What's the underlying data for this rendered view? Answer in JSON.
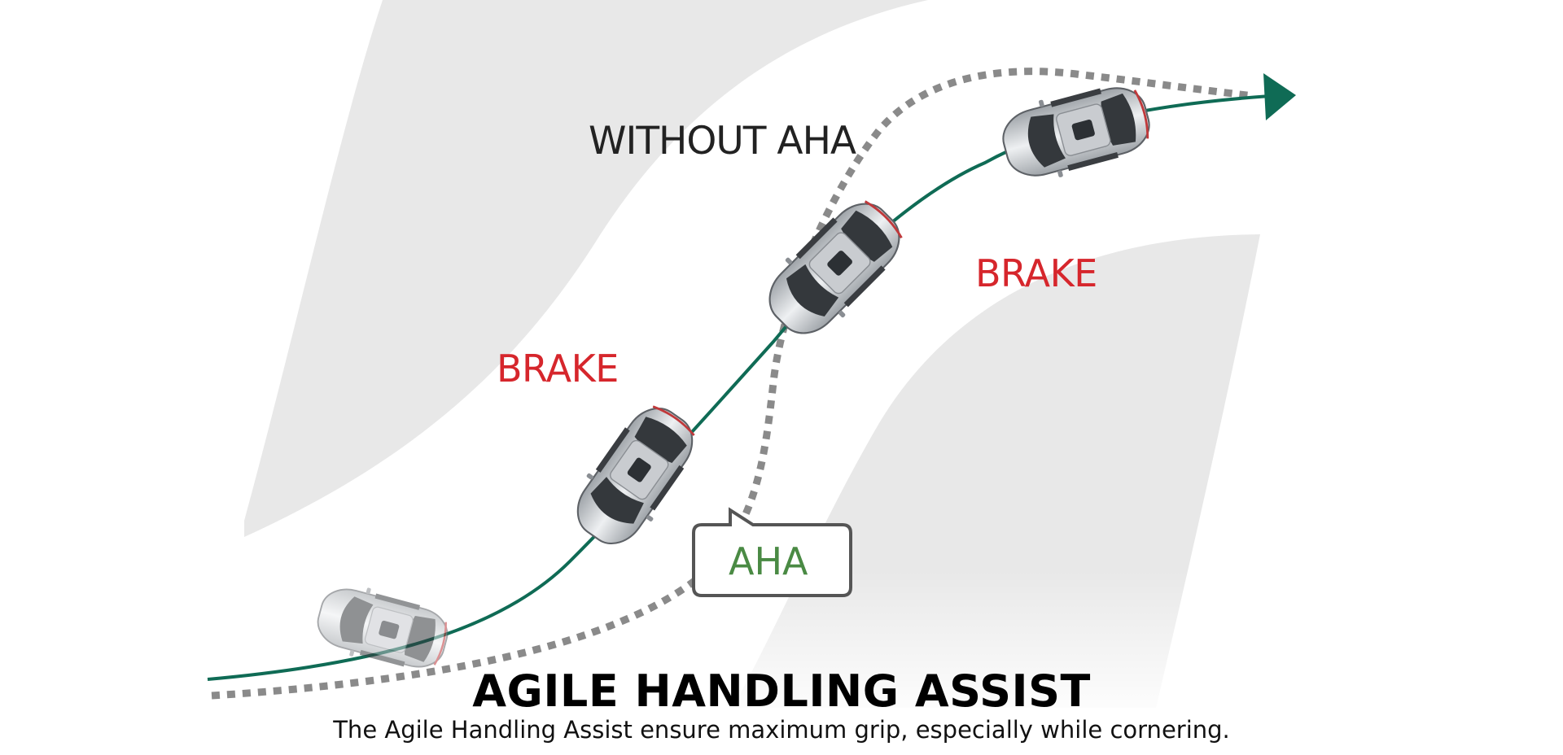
{
  "diagram": {
    "without_label": "WITHOUT AHA",
    "brake_left": "BRAKE",
    "brake_right": "BRAKE",
    "aha_bubble": "AHA"
  },
  "footer": {
    "title": "AGILE HANDLING ASSIST",
    "subtitle": "The Agile Handling Assist ensure maximum grip, especially while cornering."
  },
  "colors": {
    "path_green": "#0f6b55",
    "brake_red": "#d6262c",
    "aha_green": "#4a8a44",
    "dotted_gray": "#8a8a8a",
    "road_gray": "#e6e6e6"
  },
  "icons": [
    "car-icon",
    "arrow-head-icon"
  ]
}
